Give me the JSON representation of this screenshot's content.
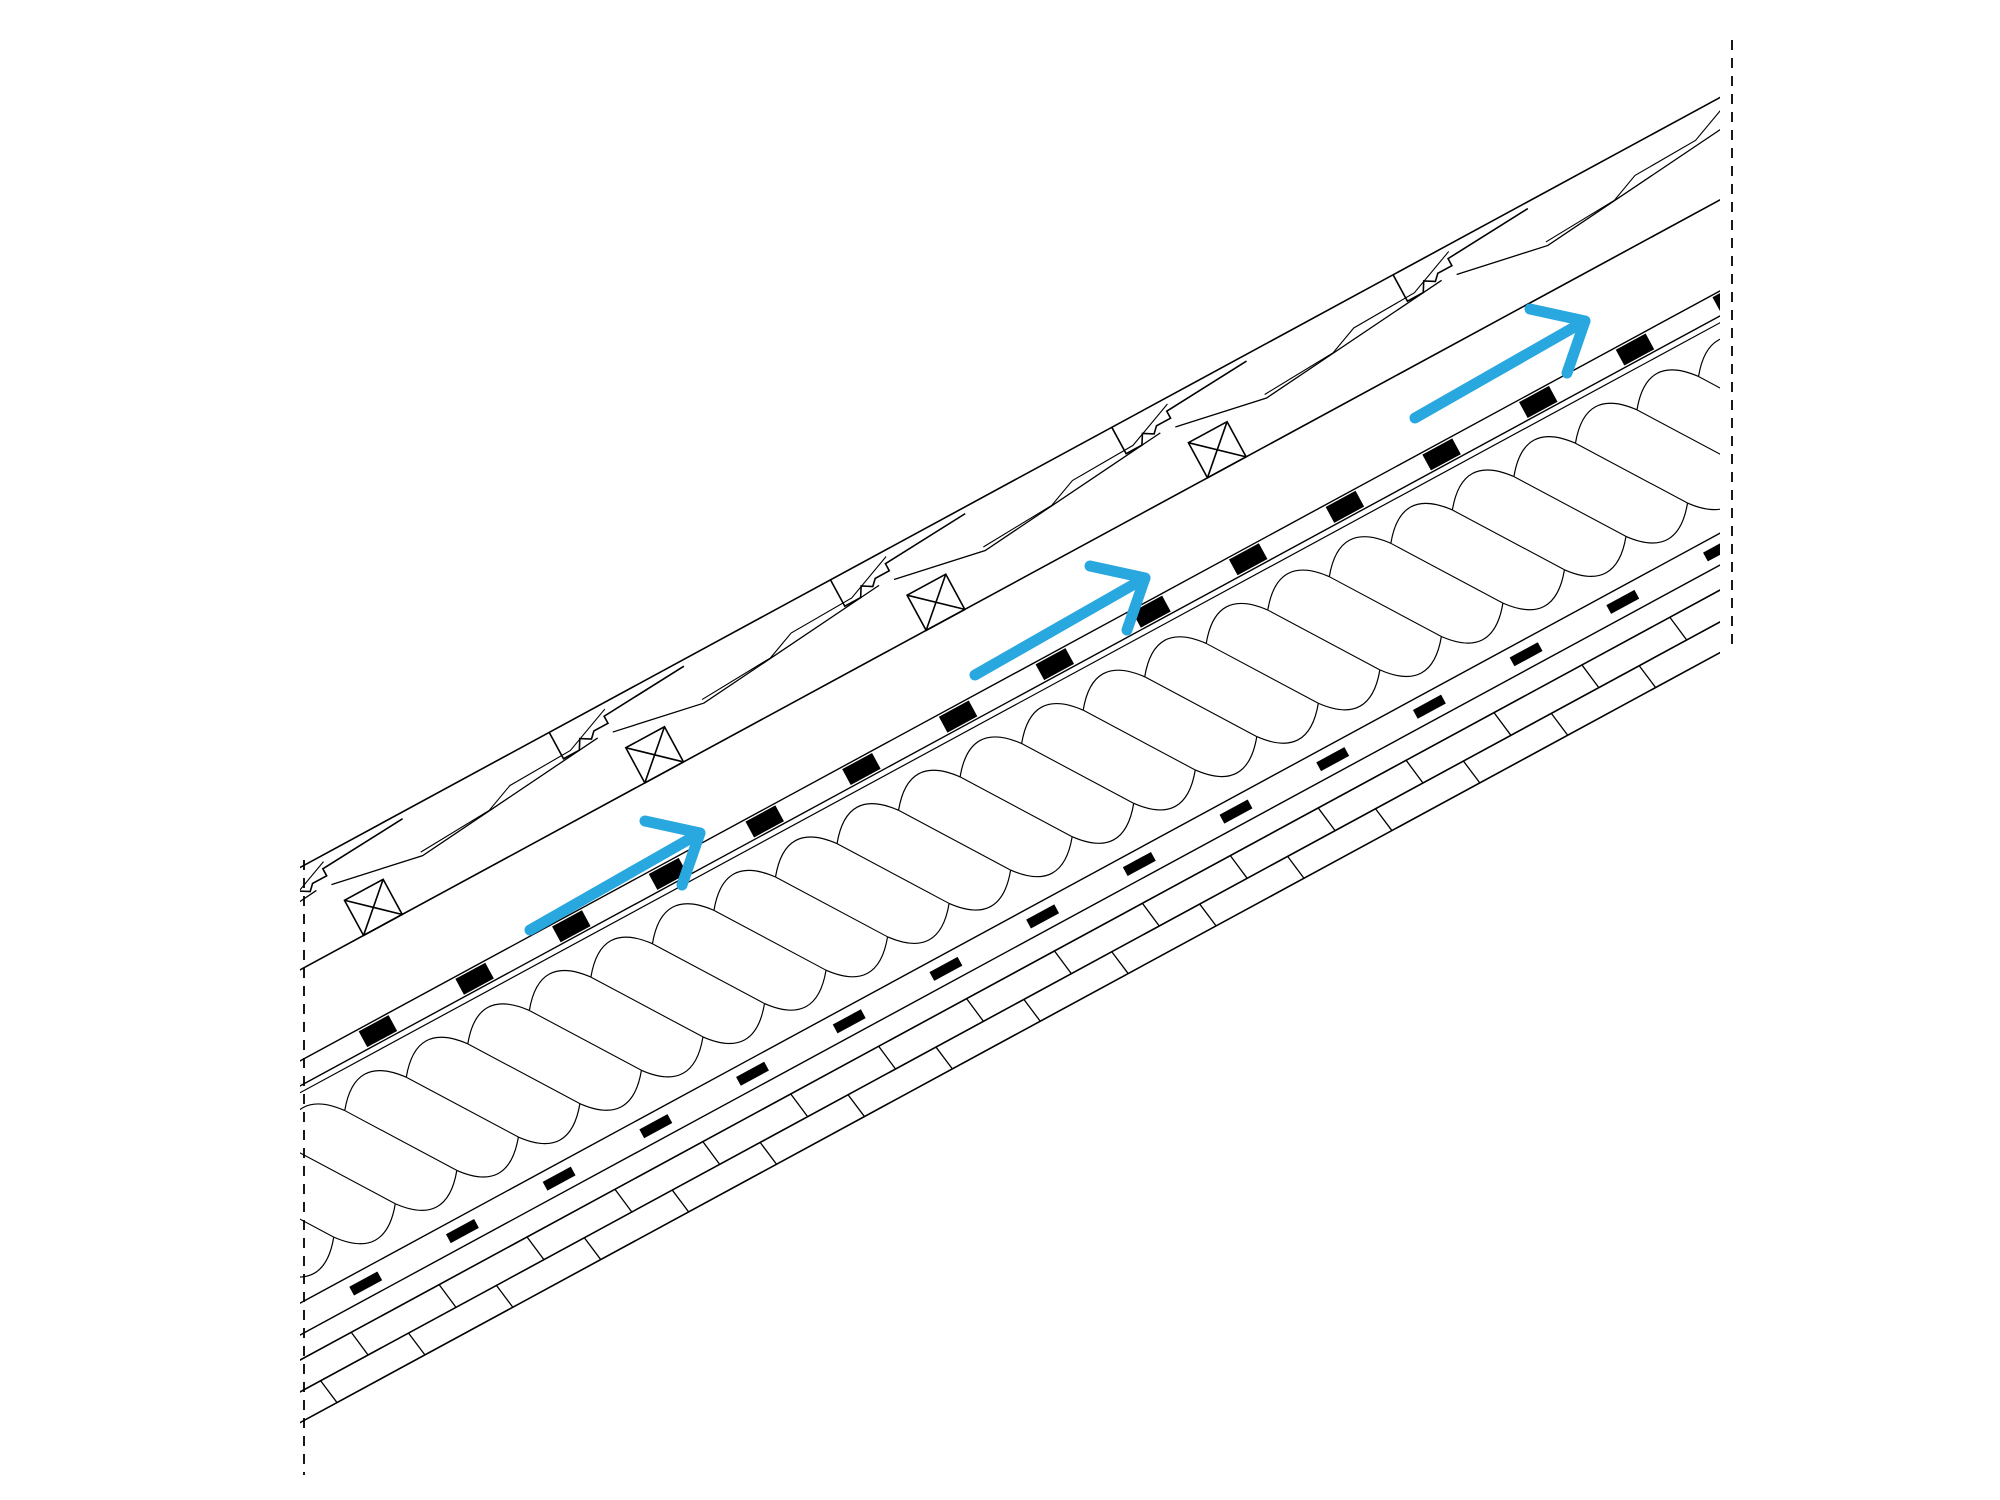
{
  "diagram": {
    "type": "roof-section-detail",
    "colors": {
      "background": "#ffffff",
      "line": "#000000",
      "membrane": "#000000",
      "airflow_arrow": "#29a8e0"
    },
    "layers": [
      {
        "id": "roof-tiles",
        "icon": "tile-profile"
      },
      {
        "id": "tile-battens",
        "icon": "crossed-box"
      },
      {
        "id": "ventilation-gap",
        "icon": "airflow-arrow"
      },
      {
        "id": "membrane-top",
        "icon": "black-band"
      },
      {
        "id": "insulation",
        "icon": "insulation-loops"
      },
      {
        "id": "membrane-bottom",
        "icon": "black-band"
      },
      {
        "id": "inner-lining",
        "icon": "segmented-board"
      }
    ],
    "airflow_arrow_count": 3,
    "tile_batten_count": 4,
    "break_lines": 2
  }
}
